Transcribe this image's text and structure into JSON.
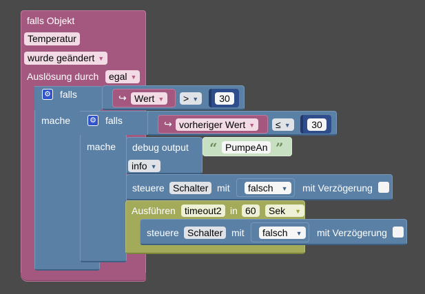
{
  "trigger": {
    "title": "falls Objekt",
    "object": "Temperatur",
    "event": "wurde geändert",
    "trigger_label": "Auslösung durch",
    "trigger_value": "egal"
  },
  "if1": {
    "if_label": "falls",
    "do_label": "mache",
    "variable": "Wert",
    "operator": ">",
    "value": "30"
  },
  "if2": {
    "if_label": "falls",
    "do_label": "mache",
    "variable": "vorheriger Wert",
    "operator": "≤",
    "value": "30"
  },
  "debug": {
    "label": "debug output",
    "text": "PumpeAn",
    "level": "info",
    "open_quote": "“",
    "close_quote": "”"
  },
  "control1": {
    "label": "steuere",
    "object": "Schalter",
    "with_label": "mit",
    "value": "falsch",
    "delay_label": "mit Verzögerung"
  },
  "timeout": {
    "label": "Ausführen",
    "name": "timeout2",
    "in_label": "in",
    "amount": "60",
    "unit": "Sek"
  },
  "control2": {
    "label": "steuere",
    "object": "Schalter",
    "with_label": "mit",
    "value": "falsch",
    "delay_label": "mit Verzögerung"
  },
  "colors": {
    "event_block": "#a5587f",
    "logic_block": "#5a80a5",
    "timer_block": "#a3ab5b",
    "variable_block": "#a5587f",
    "number_block": "#2f4d8a",
    "text_block": "#c7e0c1",
    "background": "#4a4a4a"
  }
}
